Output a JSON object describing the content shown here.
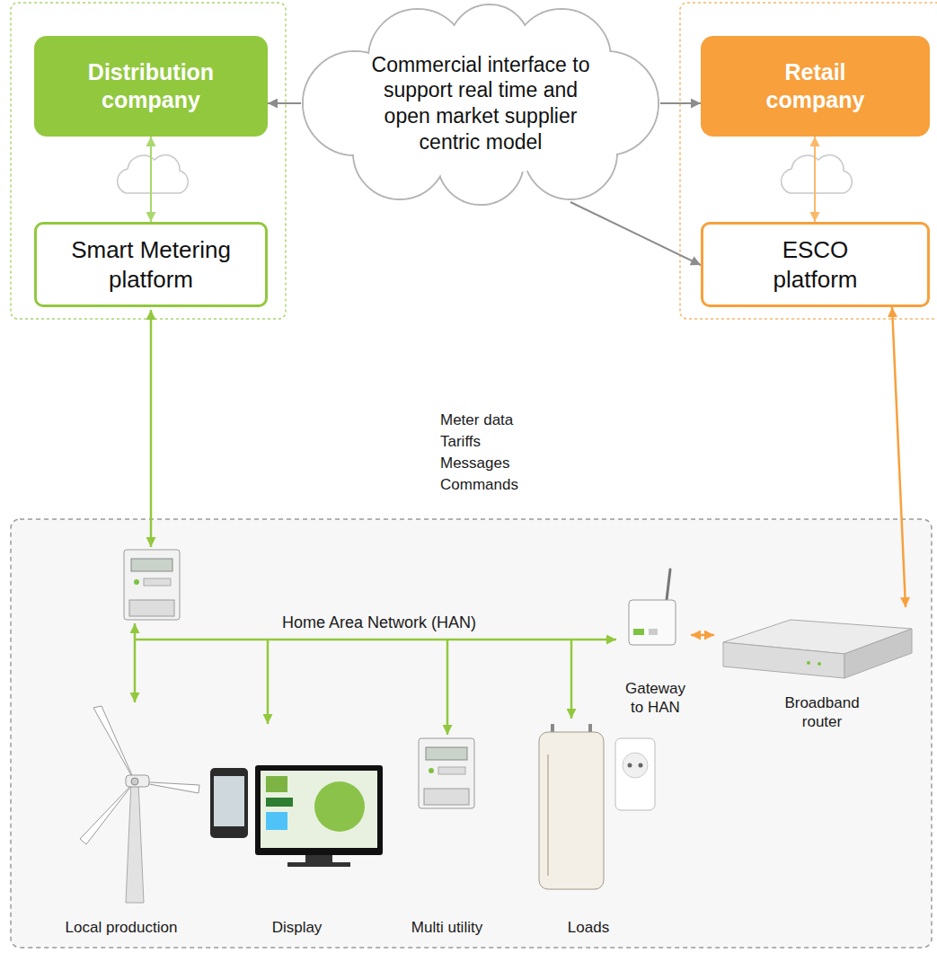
{
  "diagram": {
    "nodes": [
      {
        "text": [
          "Distribution company"
        ]
      },
      {
        "text": [
          "Commercial interface to support real time and open market supplier centric model"
        ]
      },
      {
        "text": [
          "Retail company"
        ]
      },
      {
        "text": [
          "Smart Metering platform"
        ]
      },
      {
        "text": [
          "ESCO platform"
        ]
      },
      {
        "text": [
          "Gateway to HAN"
        ]
      },
      {
        "text": [
          "Broadband router"
        ]
      },
      {
        "text": [
          "Local production"
        ]
      },
      {
        "text": [
          "Display"
        ]
      },
      {
        "text": [
          "Multi utility"
        ]
      },
      {
        "text": [
          "Loads"
        ]
      }
    ],
    "edges": [
      {
        "from": 1,
        "to": 0,
        "arrow": "to"
      },
      {
        "from": 1,
        "to": 2,
        "arrow": "to"
      },
      {
        "from": 1,
        "to": 4,
        "arrow": "to"
      },
      {
        "from": 0,
        "to": 3,
        "arrow": "both"
      },
      {
        "from": 2,
        "to": 4,
        "arrow": "both"
      },
      {
        "from": 4,
        "to": 6,
        "arrow": "both"
      },
      {
        "from": 5,
        "to": 6,
        "arrow": "both"
      }
    ],
    "labels": [
      "Meter data",
      "Tariffs",
      "Messages",
      "Commands",
      "Home Area Network (HAN)"
    ]
  }
}
